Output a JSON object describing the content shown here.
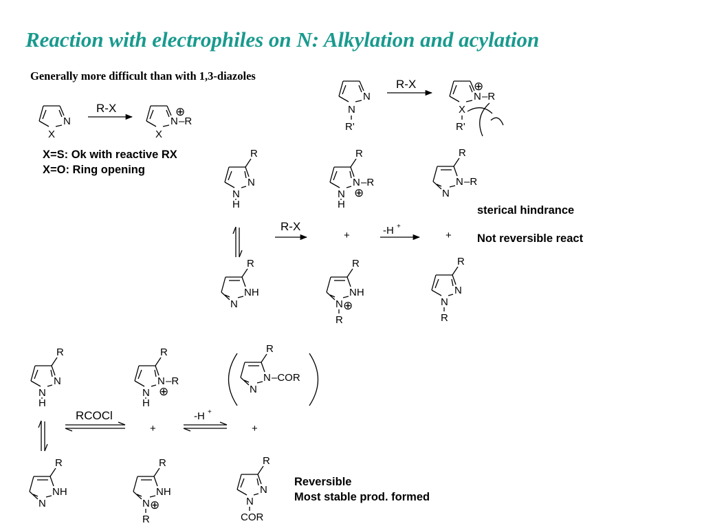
{
  "title": "Reaction with electrophiles on N: Alkylation and acylation",
  "subtitle": "Generally more difficult than with 1,3-diazoles",
  "notes": {
    "x_s": "X=S: Ok with reactive RX",
    "x_o": "X=O: Ring opening",
    "sterical": "sterical hindrance",
    "not_reversible": "Not reversible react",
    "reversible": "Reversible",
    "most_stable": "Most stable prod. formed"
  },
  "reagents": {
    "rx": "R-X",
    "rcocl": "RCOCl",
    "minus_h": "-H",
    "plus_sup": "+",
    "plus": "+"
  },
  "atoms": {
    "N": "N",
    "NH": "NH",
    "H": "H",
    "X": "X",
    "R": "R",
    "Rprime": "R'",
    "COR": "COR",
    "minusR": "–R",
    "minusCOR": "–COR",
    "oplus": "⊕"
  }
}
